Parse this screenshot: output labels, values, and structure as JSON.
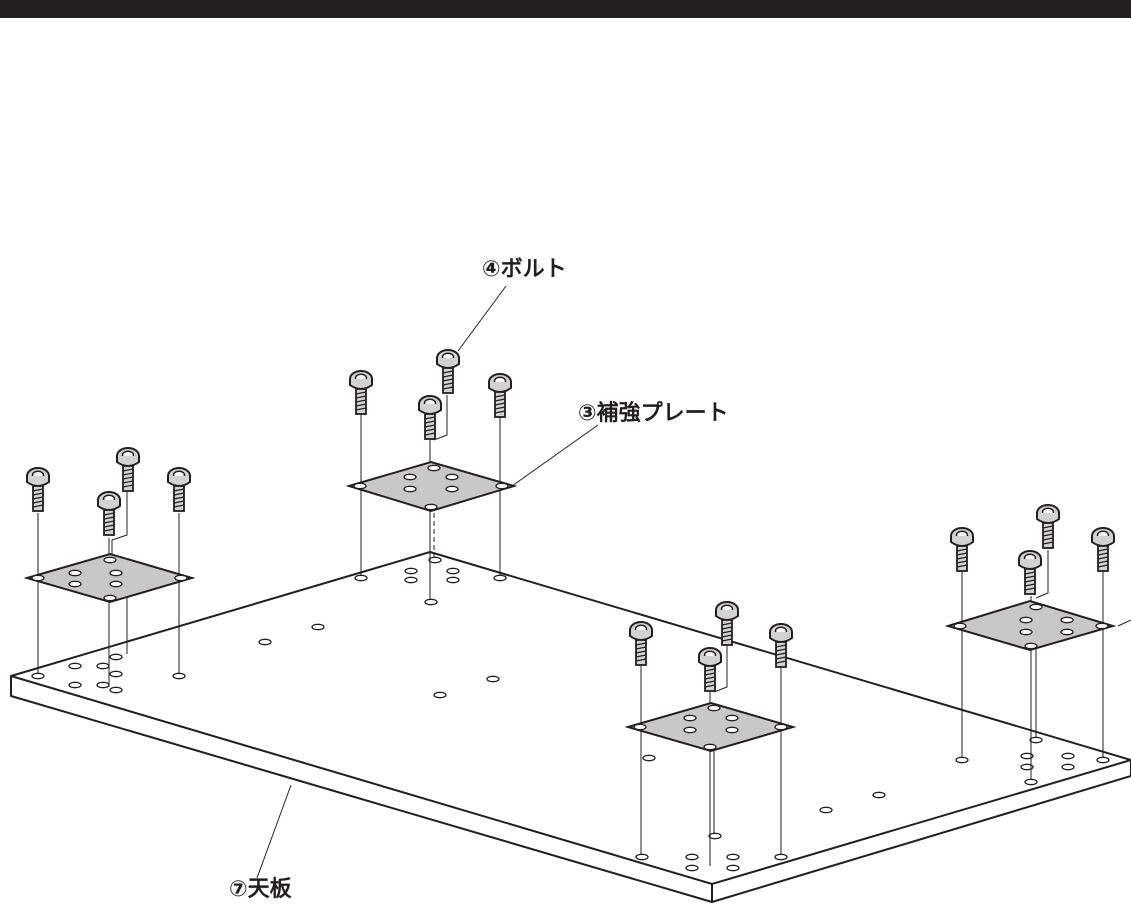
{
  "labels": {
    "bolt": "④ボルト",
    "plate": "③補強プレート",
    "tabletop": "⑦天板"
  },
  "colors": {
    "line": "#231f20",
    "plate_fill": "#c8c8c8",
    "bolt_fill": "#d2d2d2",
    "header_bar": "#231f20"
  }
}
